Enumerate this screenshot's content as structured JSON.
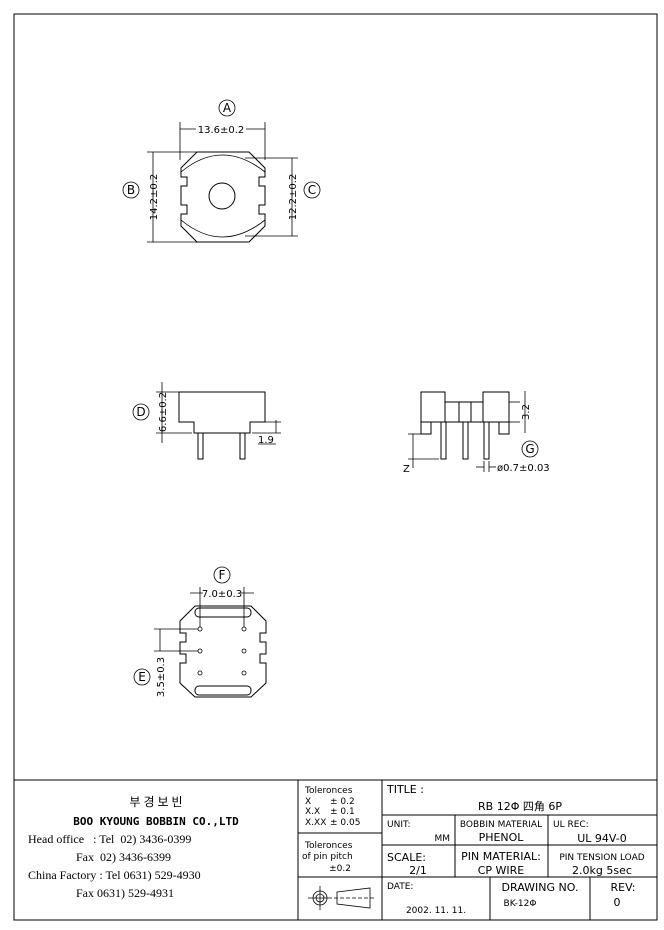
{
  "views": {
    "top": {
      "label_a": "A",
      "label_b": "B",
      "label_c": "C",
      "dim_width": "13.6±0.2",
      "dim_height": "14.2±0.2",
      "dim_inner": "12.2±0.2"
    },
    "side": {
      "label_d": "D",
      "dim_height": "6.6±0.2",
      "dim_step": "1.9"
    },
    "front": {
      "label_g": "G",
      "dim_height": "3.2",
      "dim_pin": "ø0.7±0.03",
      "dim_z": "Z"
    },
    "bottom": {
      "label_f": "F",
      "label_e": "E",
      "dim_pitch_x": "7.0±0.3",
      "dim_pitch_y": "3.5±0.3"
    }
  },
  "company": {
    "korean_name": "부 경 보 빈",
    "name": "BOO KYOUNG BOBBIN CO.,LTD",
    "lines": [
      "Head office   : Tel  02) 3436-0399",
      "                Fax  02) 3436-6399",
      "China Factory : Tel 0631) 529-4930",
      "                Fax 0631) 529-4931"
    ]
  },
  "tolerances": {
    "title": "Toleronces",
    "rows": [
      {
        "k": "X",
        "v": "± 0.2"
      },
      {
        "k": "X.X",
        "v": "± 0.1"
      },
      {
        "k": "X.XX",
        "v": "± 0.05"
      }
    ],
    "pitch_line1": "Toleronces",
    "pitch_line2": "of pin pitch",
    "pitch_value": "±0.2"
  },
  "title_block": {
    "title_label": "TITLE :",
    "title": "RB 12Φ 四角 6P",
    "unit_label": "UNIT:",
    "unit": "MM",
    "bobbin_material_label": "BOBBIN MATERIAL",
    "bobbin_material": "PHENOL",
    "ul_rec_label": "UL REC:",
    "ul_rec": "UL 94V-0",
    "scale_label": "SCALE:",
    "scale": "2/1",
    "pin_material_label": "PIN MATERIAL:",
    "pin_material": "CP WIRE",
    "pin_tension_label": "PIN TENSION LOAD",
    "pin_tension": "2.0kg 5sec",
    "date_label": "DATE:",
    "date": "2002. 11. 11.",
    "drawing_no_label": "DRAWING NO.",
    "drawing_no": "BK-12Φ",
    "rev_label": "REV:",
    "rev": "0"
  }
}
